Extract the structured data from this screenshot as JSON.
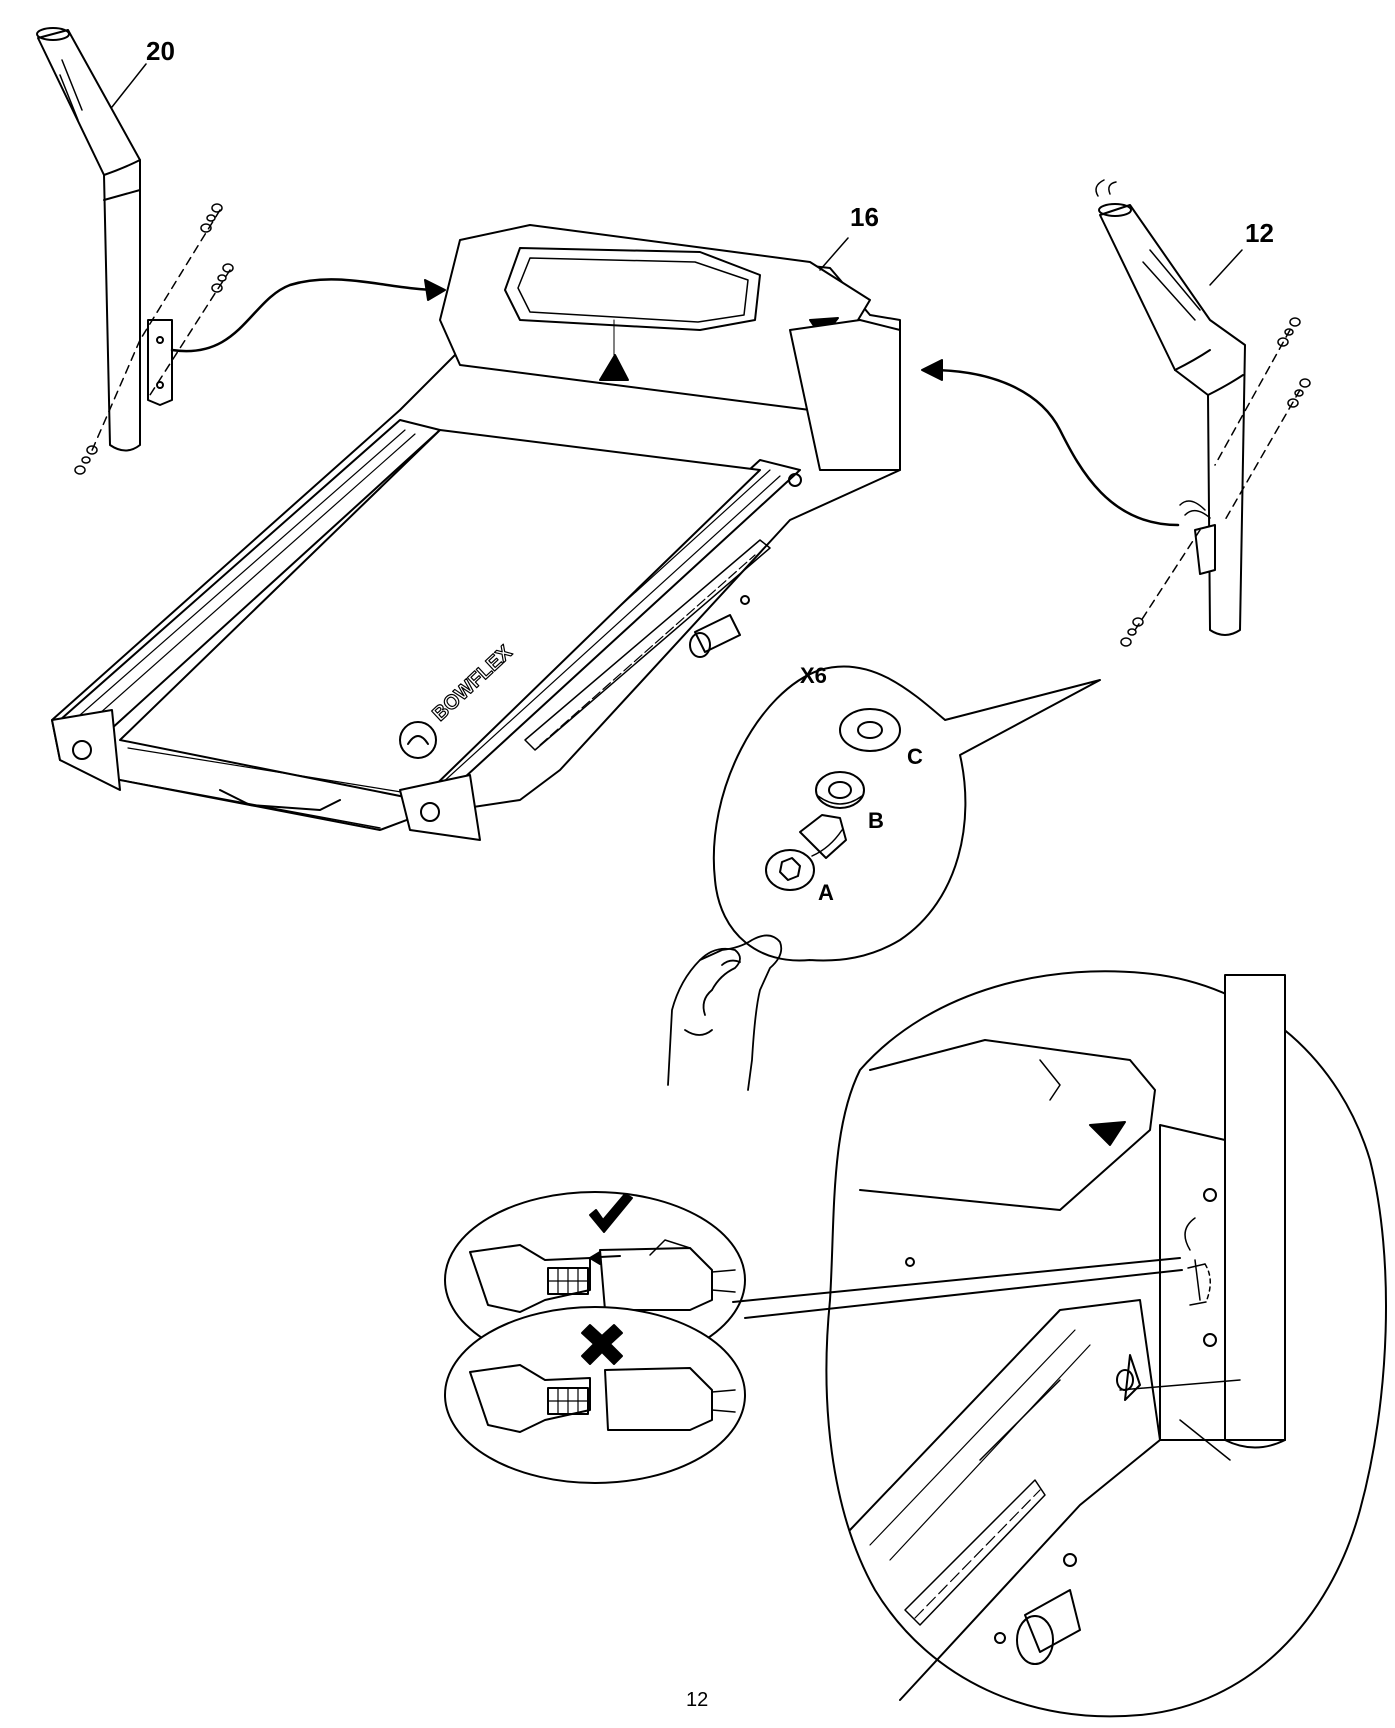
{
  "callouts": {
    "upright_left": "20",
    "console_frame": "16",
    "upright_right": "12",
    "quantity": "X6",
    "washer_c": "C",
    "washer_b": "B",
    "bolt_a": "A"
  },
  "brand_mark": "BOWFLEX",
  "connector_status": {
    "correct_symbol": "check-mark",
    "incorrect_symbol": "x-mark"
  },
  "page_number": "12",
  "colors": {
    "line": "#000000",
    "background": "#ffffff"
  }
}
